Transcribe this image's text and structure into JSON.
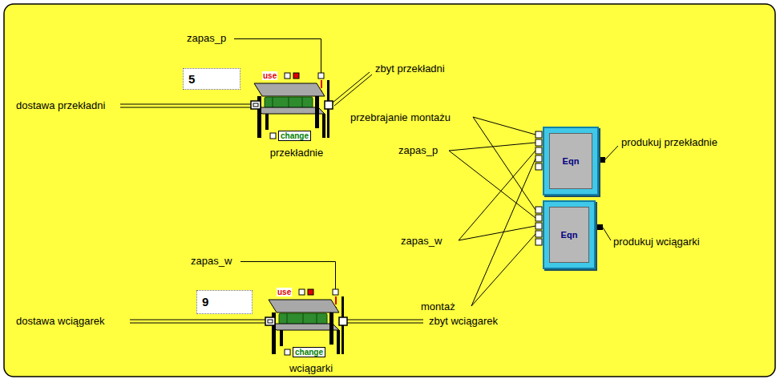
{
  "diagram": {
    "nodes": [
      {
        "text": [
          "5"
        ]
      },
      {
        "text": [
          "use",
          "change",
          "przekładnie"
        ]
      },
      {
        "text": [
          "Eqn"
        ]
      },
      {
        "text": [
          "Eqn"
        ]
      },
      {
        "text": [
          "9"
        ]
      },
      {
        "text": [
          "use",
          "change",
          "wciągarki"
        ]
      }
    ],
    "labels": [
      "zapas_p",
      "dostawa przekładni",
      "zbyt przekładni",
      "przebrajanie montażu",
      "zapas_p",
      "zapas_w",
      "montaż",
      "produkuj przekładnie",
      "produkuj wciągarki",
      "zapas_w",
      "dostawa wciągarek",
      "zbyt wciągarek"
    ]
  }
}
